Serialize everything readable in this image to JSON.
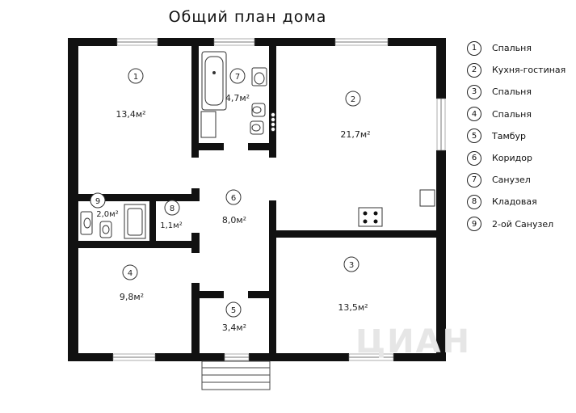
{
  "title": "Общий план дома",
  "rooms": [
    {
      "num": "1",
      "area": "13,4м²"
    },
    {
      "num": "2",
      "area": "21,7м²"
    },
    {
      "num": "3",
      "area": "13,5м²"
    },
    {
      "num": "4",
      "area": "9,8м²"
    },
    {
      "num": "5",
      "area": "3,4м²"
    },
    {
      "num": "6",
      "area": "8,0м²"
    },
    {
      "num": "7",
      "area": "4,7м²"
    },
    {
      "num": "8",
      "area": "1,1м²"
    },
    {
      "num": "9",
      "area": "2,0м²"
    }
  ],
  "legend": [
    {
      "num": "1",
      "label": "Спальня"
    },
    {
      "num": "2",
      "label": "Кухня-гостиная"
    },
    {
      "num": "3",
      "label": "Спальня"
    },
    {
      "num": "4",
      "label": "Спальня"
    },
    {
      "num": "5",
      "label": "Тамбур"
    },
    {
      "num": "6",
      "label": "Коридор"
    },
    {
      "num": "7",
      "label": "Санузел"
    },
    {
      "num": "8",
      "label": "Кладовая"
    },
    {
      "num": "9",
      "label": "2-ой Санузел"
    }
  ],
  "watermark": "ЦИАН"
}
